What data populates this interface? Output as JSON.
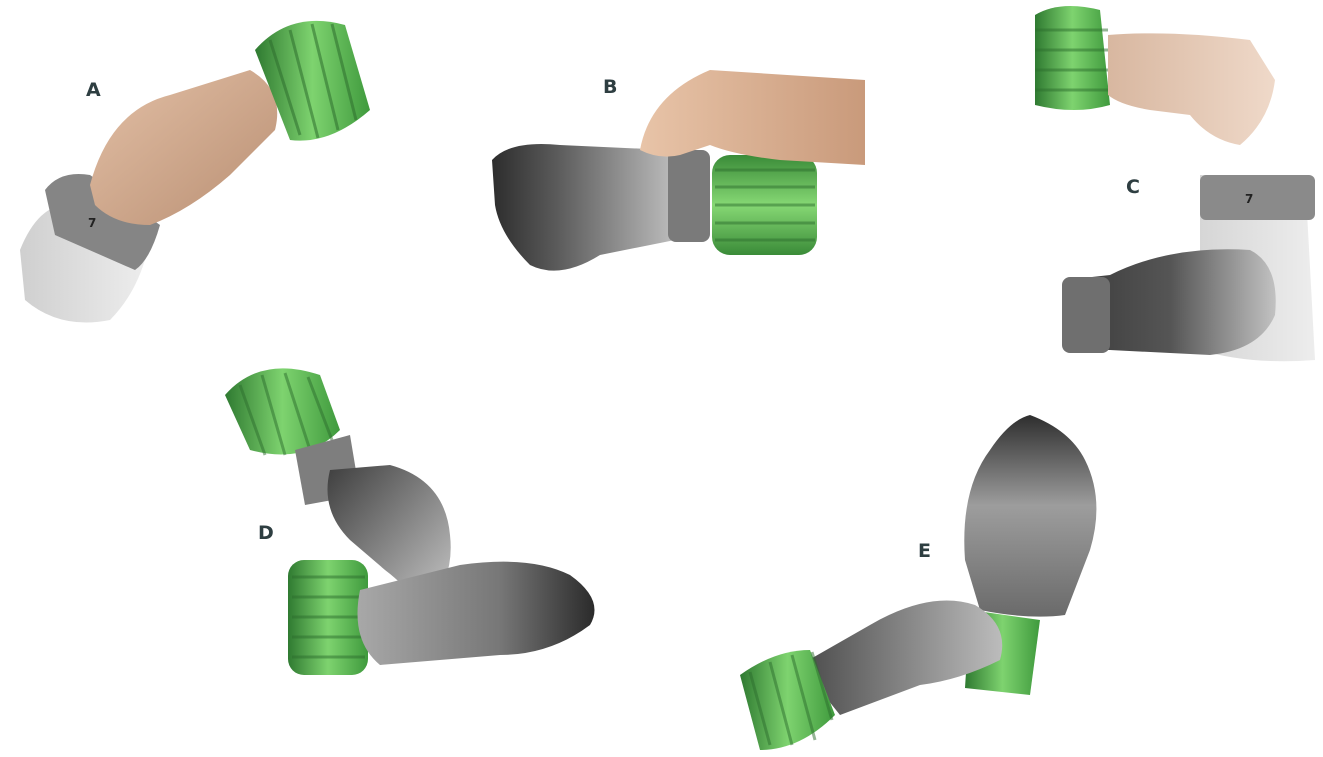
{
  "steps": [
    {
      "id": "A",
      "label": "A"
    },
    {
      "id": "B",
      "label": "B"
    },
    {
      "id": "C",
      "label": "C"
    },
    {
      "id": "D",
      "label": "D"
    },
    {
      "id": "E",
      "label": "E"
    }
  ],
  "glove_size_marks": {
    "a": "7",
    "c": "7"
  },
  "colors": {
    "label_text": "#2e3e41",
    "cuff_green": "#5fbf55",
    "cuff_green_dark": "#2f7a31",
    "skin": "#d9b49a",
    "glove_gray": "#9a9a9a",
    "glove_dark": "#3a3a3a",
    "knit_cuff": "#7d7d7d",
    "sleeve_white": "#e2e2e2"
  }
}
